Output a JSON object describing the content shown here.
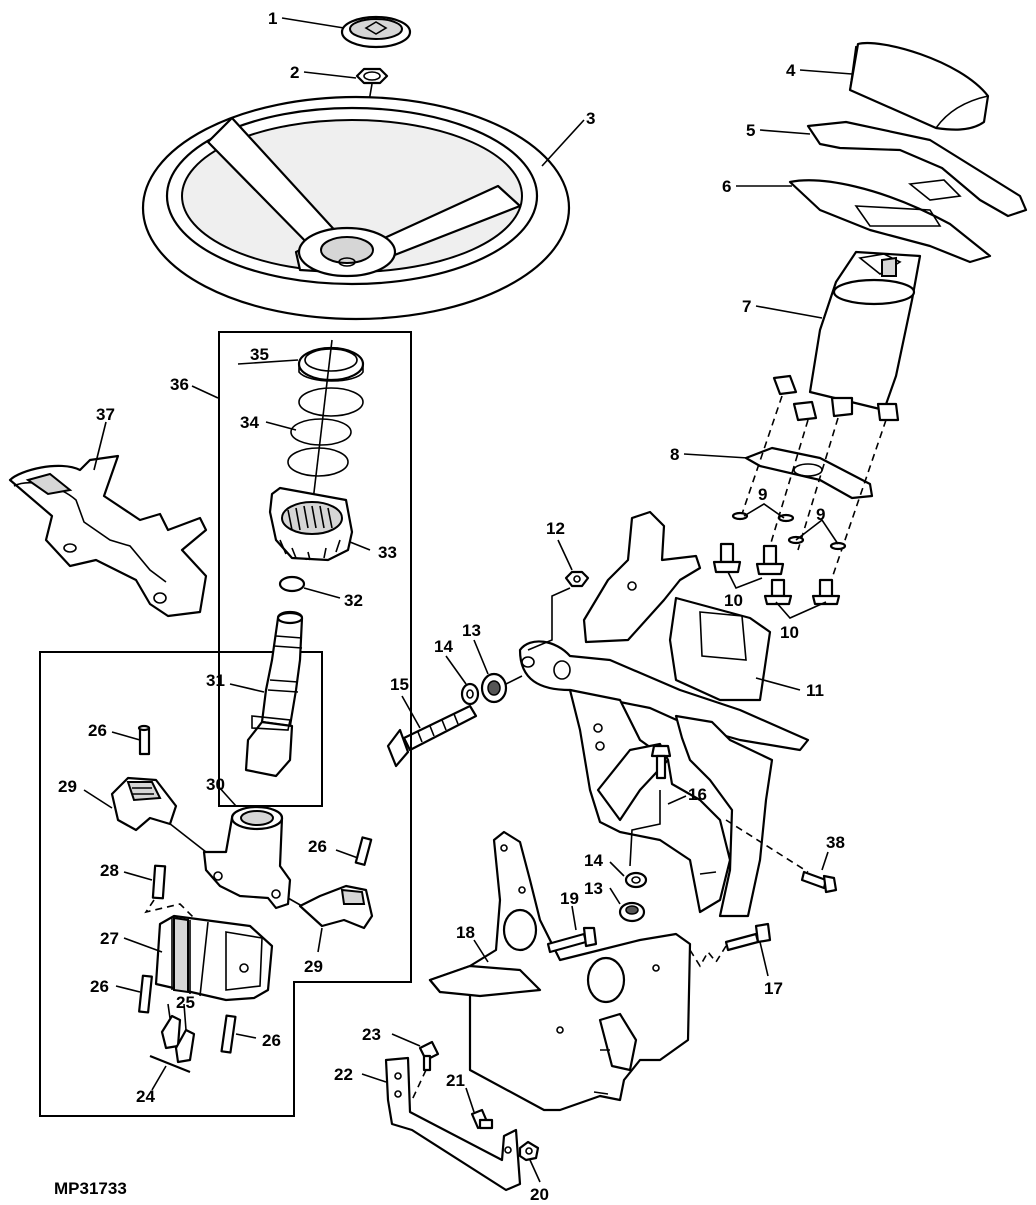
{
  "figure": {
    "id": "MP31733"
  },
  "callouts": [
    {
      "key": "c1",
      "text": "1"
    },
    {
      "key": "c2",
      "text": "2"
    },
    {
      "key": "c3",
      "text": "3"
    },
    {
      "key": "c4",
      "text": "4"
    },
    {
      "key": "c5",
      "text": "5"
    },
    {
      "key": "c6",
      "text": "6"
    },
    {
      "key": "c7",
      "text": "7"
    },
    {
      "key": "c8",
      "text": "8"
    },
    {
      "key": "c9",
      "text": "9"
    },
    {
      "key": "c10",
      "text": "10"
    },
    {
      "key": "c11",
      "text": "11"
    },
    {
      "key": "c12",
      "text": "12"
    },
    {
      "key": "c13",
      "text": "13"
    },
    {
      "key": "c14",
      "text": "14"
    },
    {
      "key": "c15",
      "text": "15"
    },
    {
      "key": "c16",
      "text": "16"
    },
    {
      "key": "c17",
      "text": "17"
    },
    {
      "key": "c18",
      "text": "18"
    },
    {
      "key": "c19",
      "text": "19"
    },
    {
      "key": "c20",
      "text": "20"
    },
    {
      "key": "c21",
      "text": "21"
    },
    {
      "key": "c22",
      "text": "22"
    },
    {
      "key": "c23",
      "text": "23"
    },
    {
      "key": "c24",
      "text": "24"
    },
    {
      "key": "c25",
      "text": "25"
    },
    {
      "key": "c26",
      "text": "26"
    },
    {
      "key": "c27",
      "text": "27"
    },
    {
      "key": "c28",
      "text": "28"
    },
    {
      "key": "c29",
      "text": "29"
    },
    {
      "key": "c30",
      "text": "30"
    },
    {
      "key": "c31",
      "text": "31"
    },
    {
      "key": "c32",
      "text": "32"
    },
    {
      "key": "c33",
      "text": "33"
    },
    {
      "key": "c34",
      "text": "34"
    },
    {
      "key": "c35",
      "text": "35"
    },
    {
      "key": "c36",
      "text": "36"
    },
    {
      "key": "c37",
      "text": "37"
    },
    {
      "key": "c38",
      "text": "38"
    }
  ]
}
